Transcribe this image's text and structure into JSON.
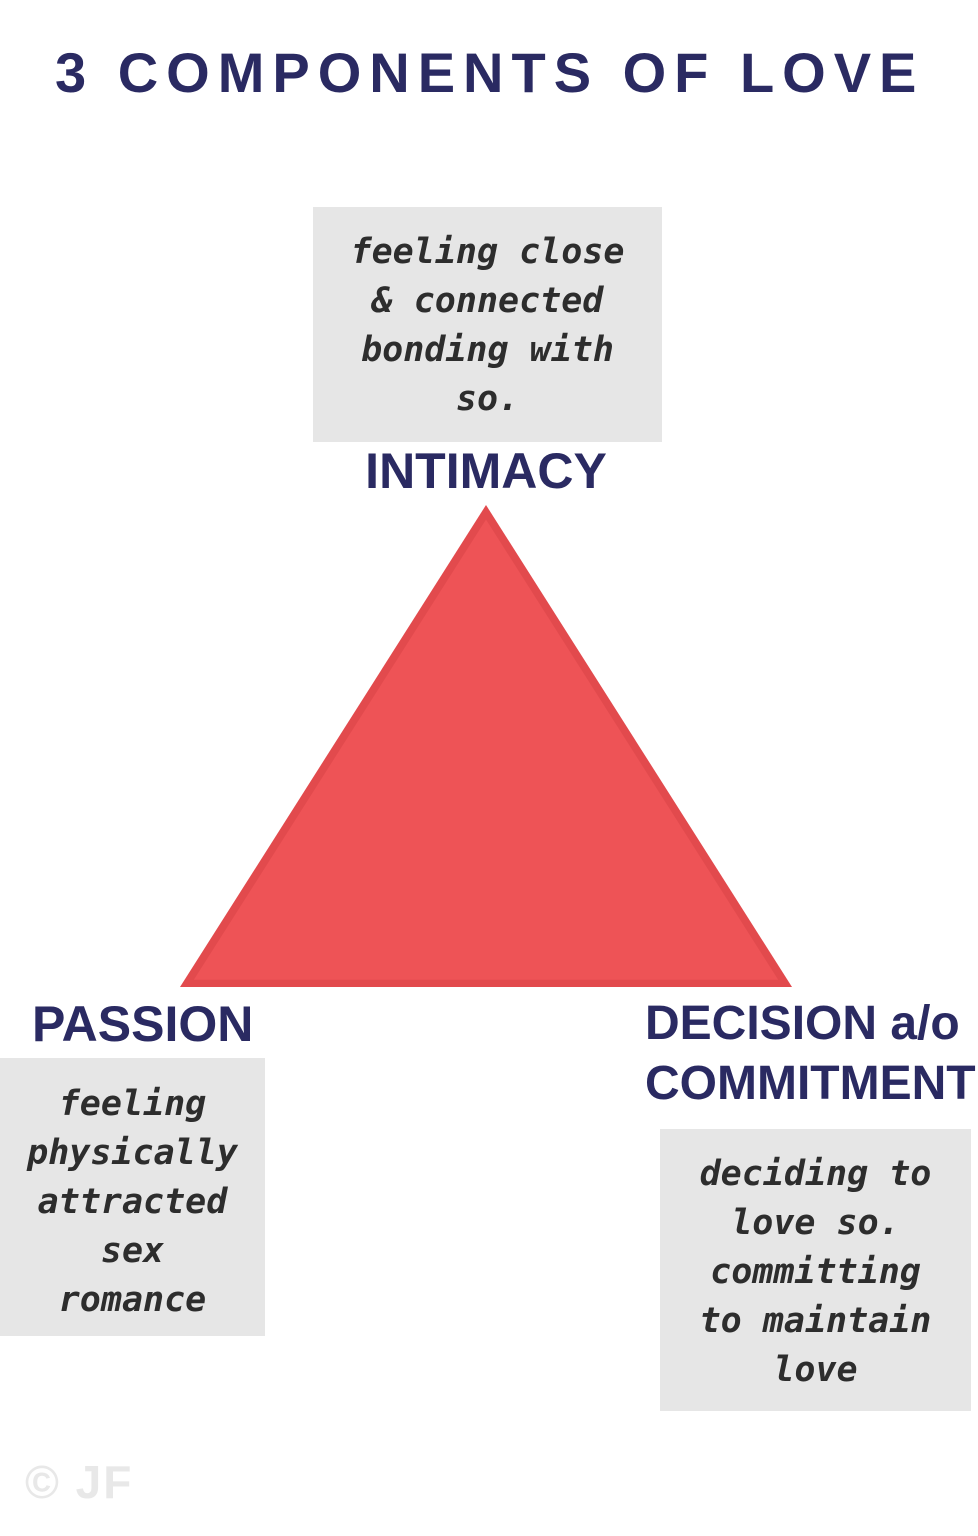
{
  "title": "3 COMPONENTS OF LOVE",
  "watermark": "© JF",
  "colors": {
    "navy": "#2a2a62",
    "triangle_fill": "#ee5356",
    "triangle_edge": "#e24a4d",
    "box_bg": "#e6e6e6",
    "box_text": "#2d2d2d",
    "watermark_gray": "#e8e8e8"
  },
  "components": {
    "intimacy": {
      "label": "INTIMACY",
      "description_lines": [
        "feeling close",
        "& connected",
        "bonding with",
        "so."
      ]
    },
    "passion": {
      "label": "PASSION",
      "description_lines": [
        "feeling",
        "physically",
        "attracted",
        "sex",
        "romance"
      ]
    },
    "commitment": {
      "label_lines": [
        "DECISION a/o",
        "COMMITMENT"
      ],
      "description_lines": [
        "deciding to",
        "love so.",
        "committing",
        "to maintain",
        "love"
      ]
    }
  }
}
